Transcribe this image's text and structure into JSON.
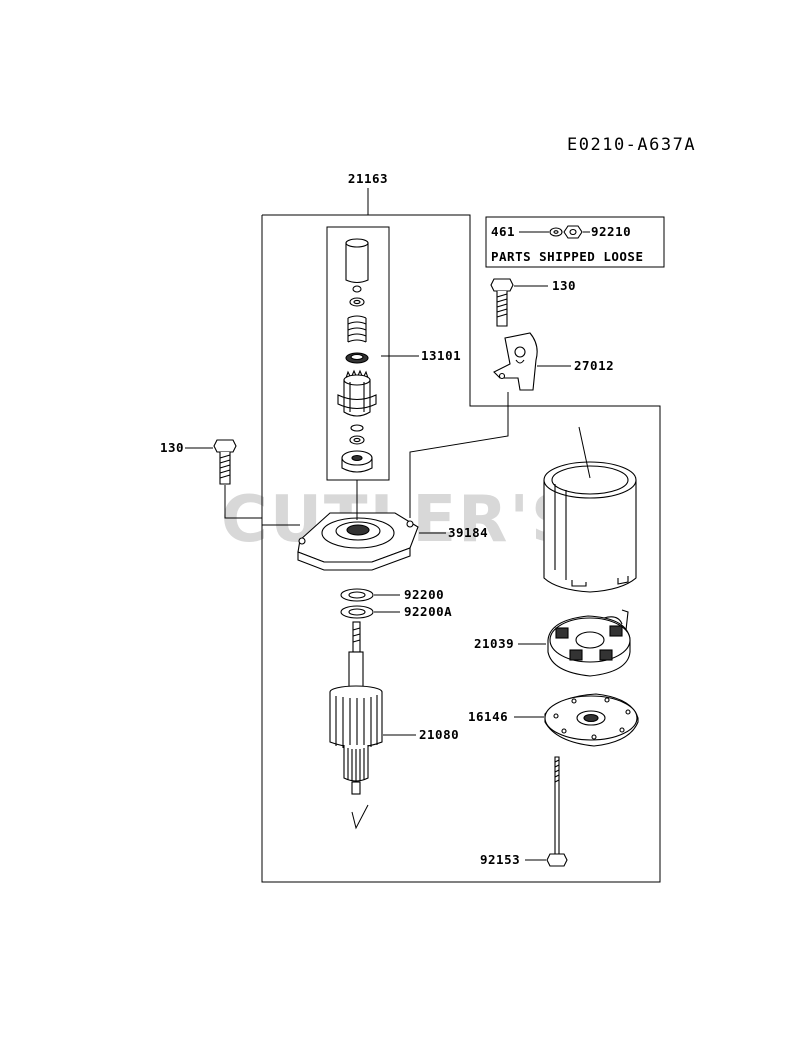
{
  "diagram_code": "E0210-A637A",
  "watermark": "CUTLER'S",
  "loose_parts_box": {
    "caption": "PARTS SHIPPED LOOSE",
    "left_part": "461",
    "right_part": "92210"
  },
  "callouts": {
    "assembly": "21163",
    "drive_kit": "13101",
    "bolt_left": "130",
    "bolt_right": "130",
    "bracket": "27012",
    "front_housing": "39184",
    "washer_a": "92200",
    "washer_b": "92200A",
    "brush_holder": "21039",
    "end_plate": "16146",
    "armature": "21080",
    "through_bolt": "92153"
  }
}
